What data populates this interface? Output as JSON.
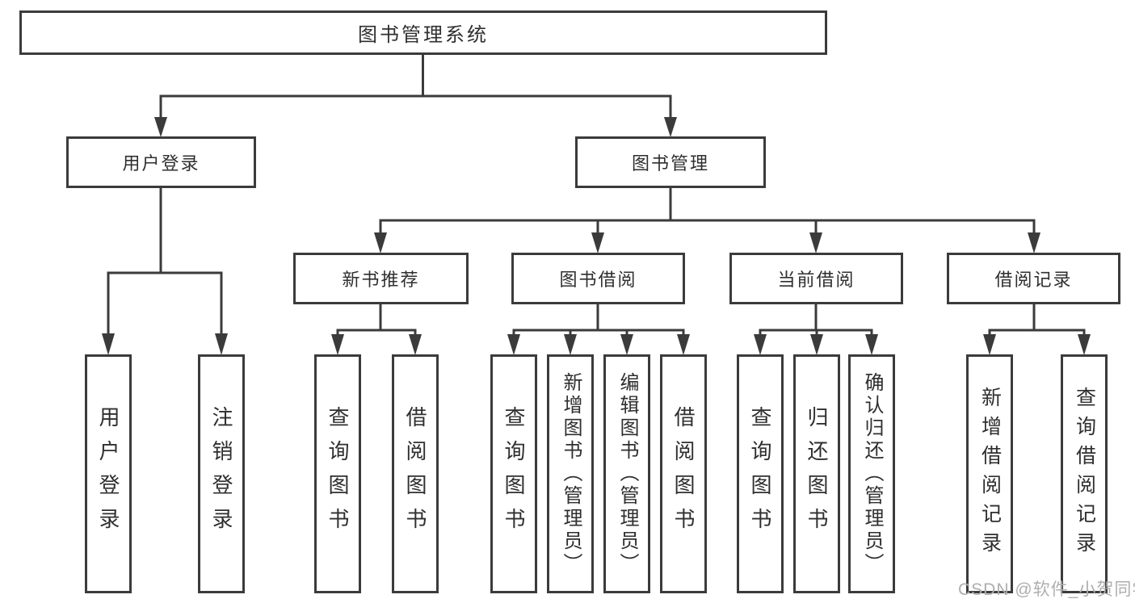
{
  "root": {
    "label": "图书管理系统"
  },
  "level2": [
    {
      "label": "用户登录"
    },
    {
      "label": "图书管理"
    }
  ],
  "level3": [
    {
      "label": "新书推荐"
    },
    {
      "label": "图书借阅"
    },
    {
      "label": "当前借阅"
    },
    {
      "label": "借阅记录"
    }
  ],
  "leaves": {
    "user_login": [
      {
        "label": "用户登录"
      },
      {
        "label": "注销登录"
      }
    ],
    "new_books": [
      {
        "label": "查询图书"
      },
      {
        "label": "借阅图书"
      }
    ],
    "book_borrow": [
      {
        "label": "查询图书"
      },
      {
        "label": "新增图书（管理员）"
      },
      {
        "label": "编辑图书（管理员）"
      },
      {
        "label": "借阅图书"
      }
    ],
    "current_borrow": [
      {
        "label": "查询图书"
      },
      {
        "label": "归还图书"
      },
      {
        "label": "确认归还（管理员）"
      }
    ],
    "borrow_records": [
      {
        "label": "新增借阅记录"
      },
      {
        "label": "查询借阅记录"
      }
    ]
  },
  "watermark": {
    "text": "CSDN @软件_小贺同学"
  },
  "colors": {
    "line": "#3b3b3b",
    "text": "#2f2f2f",
    "watermark": "#aeaeae",
    "background": "#ffffff"
  }
}
